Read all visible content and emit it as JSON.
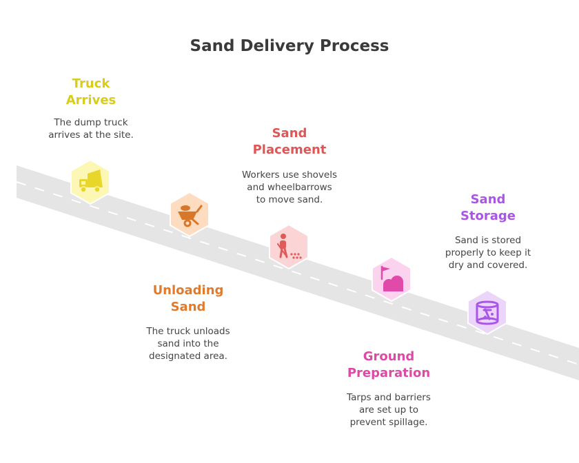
{
  "title": "Sand Delivery Process",
  "steps": [
    {
      "title_lines": [
        "Truck",
        "Arrives"
      ],
      "desc_lines": [
        "The dump truck",
        "arrives at the site."
      ],
      "icon": "dump-truck-icon",
      "color": "#d9cc1a",
      "fill": "#fcf7b4",
      "icon_color": "#e8d62a"
    },
    {
      "title_lines": [
        "Unloading",
        "Sand"
      ],
      "desc_lines": [
        "The truck unloads",
        "sand into the",
        "designated area."
      ],
      "icon": "wheelbarrow-icon",
      "color": "#e07b2e",
      "fill": "#fddcc0",
      "icon_color": "#d8772a"
    },
    {
      "title_lines": [
        "Sand",
        "Placement"
      ],
      "desc_lines": [
        "Workers use shovels",
        "and wheelbarrows",
        "to move sand."
      ],
      "icon": "worker-shoveling-icon",
      "color": "#e05555",
      "fill": "#fbd5d5",
      "icon_color": "#e05a5a"
    },
    {
      "title_lines": [
        "Ground",
        "Preparation"
      ],
      "desc_lines": [
        "Tarps and barriers",
        "are set up to",
        "prevent spillage."
      ],
      "icon": "barrier-tarp-icon",
      "color": "#dd4aa6",
      "fill": "#fbd3ee",
      "icon_color": "#e04aa8"
    },
    {
      "title_lines": [
        "Sand",
        "Storage"
      ],
      "desc_lines": [
        "Sand is stored",
        "properly to keep it",
        "dry and covered."
      ],
      "icon": "storage-bin-icon",
      "color": "#a855e8",
      "fill": "#ecd5fb",
      "icon_color": "#a855e8"
    }
  ]
}
